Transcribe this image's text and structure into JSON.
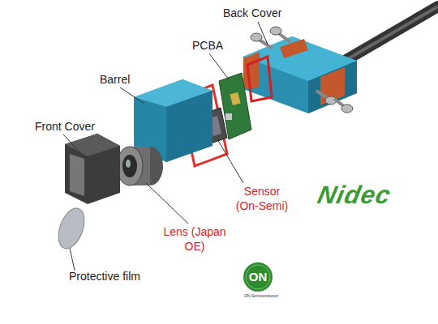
{
  "diagram": {
    "labels": [
      "Back Cover",
      "PCBA",
      "Barrel",
      "Front Cover",
      "Sensor (On-Semi)",
      "Lens (Japan OE)",
      "Protective film",
      "Nidec",
      "ON",
      "ON Semiconductor"
    ]
  }
}
